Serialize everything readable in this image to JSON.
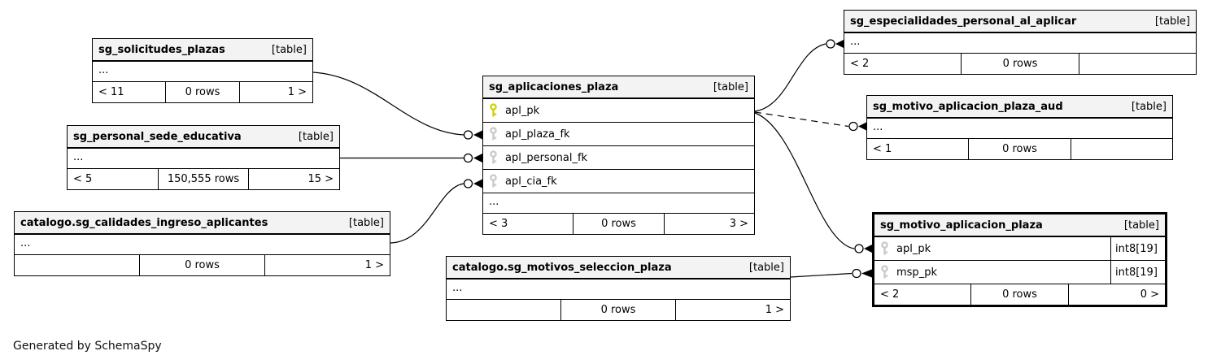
{
  "colors": {
    "pk_key": "#d0d000",
    "fk_key": "#c8c8c8",
    "header_bg": "#f3f3f3"
  },
  "footer_note": "Generated by SchemaSpy",
  "tables": [
    {
      "name": "sg_solicitudes_plazas",
      "badge": "[table]",
      "ellipsis": "...",
      "stats": [
        "< 11",
        "0 rows",
        "1 >"
      ]
    },
    {
      "name": "sg_personal_sede_educativa",
      "badge": "[table]",
      "ellipsis": "...",
      "stats": [
        "< 5",
        "150,555 rows",
        "15 >"
      ]
    },
    {
      "name": "catalogo.sg_calidades_ingreso_aplicantes",
      "badge": "[table]",
      "ellipsis": "...",
      "stats": [
        "",
        "0 rows",
        "1 >"
      ]
    },
    {
      "name": "sg_aplicaciones_plaza",
      "badge": "[table]",
      "ellipsis": "...",
      "columns": [
        {
          "name": "apl_pk",
          "key": "primary"
        },
        {
          "name": "apl_plaza_fk",
          "key": "foreign"
        },
        {
          "name": "apl_personal_fk",
          "key": "foreign"
        },
        {
          "name": "apl_cia_fk",
          "key": "foreign"
        }
      ],
      "stats": [
        "< 3",
        "0 rows",
        "3 >"
      ]
    },
    {
      "name": "sg_especialidades_personal_al_aplicar",
      "badge": "[table]",
      "ellipsis": "...",
      "stats": [
        "< 2",
        "0 rows",
        ""
      ]
    },
    {
      "name": "sg_motivo_aplicacion_plaza_aud",
      "badge": "[table]",
      "ellipsis": "...",
      "stats": [
        "< 1",
        "0 rows",
        ""
      ]
    },
    {
      "name": "sg_motivo_aplicacion_plaza",
      "badge": "[table]",
      "columns": [
        {
          "name": "apl_pk",
          "key": "foreign",
          "type": "int8[19]"
        },
        {
          "name": "msp_pk",
          "key": "foreign",
          "type": "int8[19]"
        }
      ],
      "stats": [
        "< 2",
        "0 rows",
        "0 >"
      ]
    },
    {
      "name": "catalogo.sg_motivos_seleccion_plaza",
      "badge": "[table]",
      "ellipsis": "...",
      "stats": [
        "",
        "0 rows",
        "1 >"
      ]
    }
  ]
}
